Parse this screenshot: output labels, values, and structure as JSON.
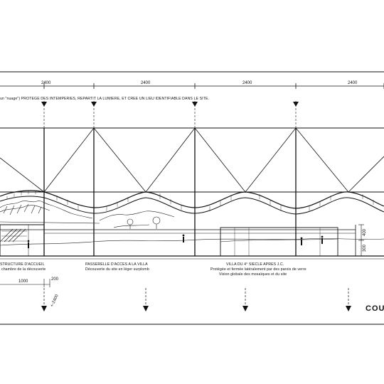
{
  "dimensions": {
    "bay_widths": [
      "2400",
      "2400",
      "2400",
      "2400"
    ],
    "entry_width": "1000",
    "entry_offset": "200",
    "height_upper": "400",
    "height_lower": "300",
    "base_level": "+-2400"
  },
  "canopy_note": "un \"nuage\") PROTEGE DES INTEMPERIES, REPARTIT LA LUMIERE, ET CREE UN LIEU IDENTIFIABLE DANS LE SITE.",
  "captions": {
    "entry": {
      "title": "STRUCTURE D'ACCUEIL",
      "subtitle": "chambre de la découverte"
    },
    "walkway": {
      "title": "PASSERELLE D'ACCES A LA VILLA",
      "subtitle": "Découverte du site en léger surplomb"
    },
    "villa": {
      "title": "VILLA DU 4° SIECLE APRES J.C.",
      "line2": "Protégée et fermée latéralement par des parois de verre",
      "line3": "Vision globale des mosaïques et du site"
    }
  },
  "sheet_title": "COU"
}
